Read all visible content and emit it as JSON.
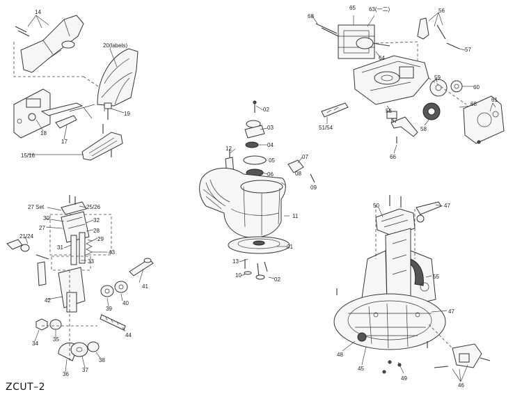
{
  "caption": "ZCUT–2",
  "groups": {
    "top_left": {
      "labels": [
        "14",
        "20(labels)",
        "19",
        "18",
        "17",
        "15/16"
      ]
    },
    "center": {
      "labels": [
        "02",
        "03",
        "12",
        "04",
        "05",
        "06",
        "07",
        "08",
        "09",
        "11",
        "01",
        "13",
        "10",
        "02"
      ]
    },
    "top_right": {
      "labels": [
        "65",
        "63(一二)",
        "68",
        "56",
        "57",
        "64",
        "59",
        "60",
        "61",
        "68",
        "55",
        "67",
        "58",
        "51/54",
        "66"
      ]
    },
    "bottom_left": {
      "labels": [
        "25/26",
        "27 Set",
        "30",
        "32",
        "27",
        "28",
        "21/24",
        "29",
        "31",
        "43",
        "33",
        "41",
        "42",
        "39",
        "40",
        "34",
        "35",
        "44",
        "36",
        "37",
        "38"
      ]
    },
    "bottom_right": {
      "labels": [
        "50",
        "47",
        "55",
        "47",
        "48",
        "45",
        "49",
        "46"
      ]
    }
  }
}
